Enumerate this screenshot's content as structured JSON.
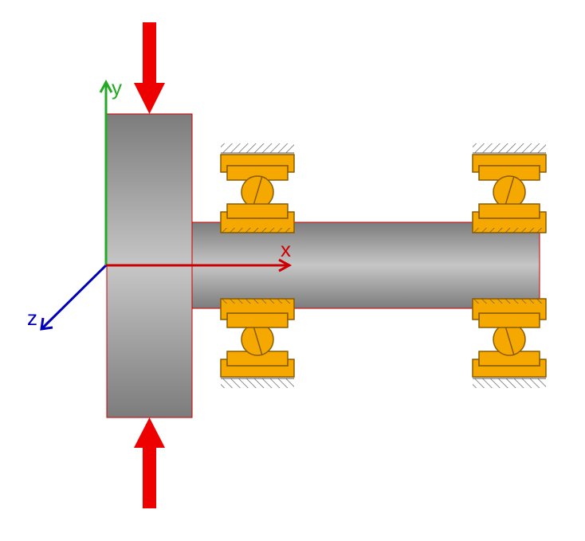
{
  "axes": {
    "x_label": "x",
    "y_label": "y",
    "z_label": "z"
  },
  "colors": {
    "x_axis": "#cc0000",
    "y_axis": "#22aa22",
    "z_axis": "#0000bb",
    "force_arrow": "#ee0000",
    "bearing_fill": "#f5a800",
    "bearing_stroke": "#8a5a00",
    "outline": "#cc0000",
    "steel_dark": "#808080",
    "steel_light": "#c8c8c8"
  },
  "icons": {
    "force_top": "force-arrow-down-icon",
    "force_bottom": "force-arrow-up-icon",
    "bearing": "ball-bearing-icon",
    "ground": "ground-hatch-icon"
  }
}
